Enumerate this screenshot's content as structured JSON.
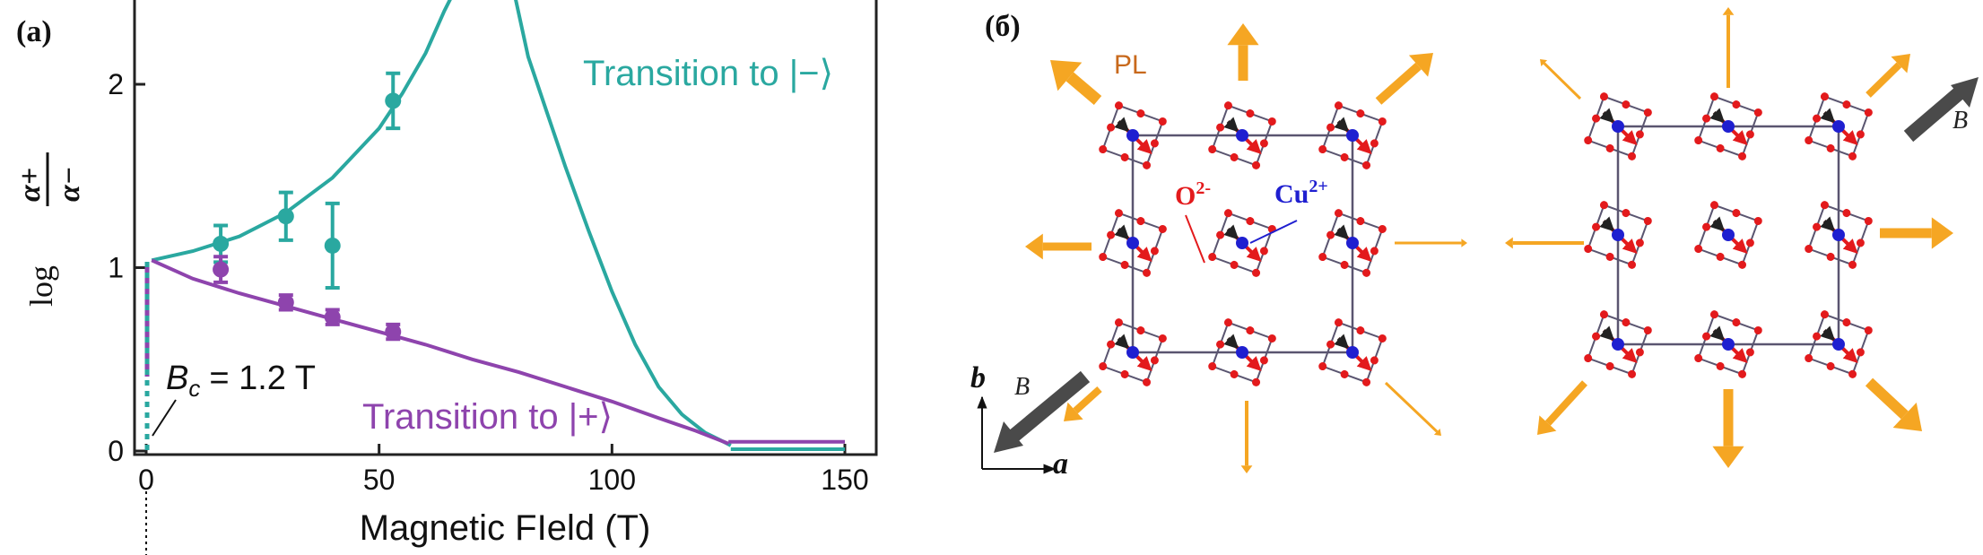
{
  "panel_a": {
    "label": "(a)",
    "xlabel": "Magnetic FIeld (T)",
    "ylabel_log": "log",
    "ylabel_num": "α+",
    "ylabel_den": "α−",
    "annotation_bc_sym": "B",
    "annotation_bc_sub": "c",
    "annotation_bc_val": "= 1.2 T",
    "label_minus": "Transition to |−⟩",
    "label_plus": "Transition to |+⟩"
  },
  "panel_b": {
    "label": "(б)",
    "pl_label": "PL",
    "o_label": "O",
    "o_sup": "2-",
    "cu_label": "Cu",
    "cu_sup": "2+",
    "b_label": "B",
    "axis_a": "a",
    "axis_b": "b",
    "colors": {
      "oxygen": "#e31a1c",
      "copper": "#1f1fd0",
      "arrow": "#f5a623",
      "frame": "#5a5570",
      "field": "#4a4a4a"
    }
  },
  "chart_data": {
    "type": "scatter",
    "xlim": [
      -2,
      155
    ],
    "ylim": [
      -0.05,
      2.5
    ],
    "x_ticks": [
      0,
      50,
      100,
      150
    ],
    "y_ticks": [
      0,
      1,
      2
    ],
    "colors": {
      "minus": "#2aa8a0",
      "plus": "#8e44ad"
    },
    "series": [
      {
        "name": "Transition to |−⟩",
        "key": "minus",
        "points": [
          {
            "x": 16,
            "y": 1.13,
            "err": 0.1
          },
          {
            "x": 30,
            "y": 1.28,
            "err": 0.13
          },
          {
            "x": 40,
            "y": 1.12,
            "err": 0.23
          },
          {
            "x": 53,
            "y": 1.91,
            "err": 0.15
          }
        ]
      },
      {
        "name": "Transition to |+⟩",
        "key": "plus",
        "points": [
          {
            "x": 16,
            "y": 0.99,
            "err": 0.07
          },
          {
            "x": 30,
            "y": 0.81,
            "err": 0.04
          },
          {
            "x": 40,
            "y": 0.73,
            "err": 0.04
          },
          {
            "x": 53,
            "y": 0.65,
            "err": 0.04
          }
        ]
      }
    ],
    "curves": {
      "minus_left": [
        [
          1.2,
          1.04
        ],
        [
          10,
          1.09
        ],
        [
          20,
          1.17
        ],
        [
          30,
          1.3
        ],
        [
          40,
          1.49
        ],
        [
          50,
          1.76
        ],
        [
          55,
          1.95
        ],
        [
          60,
          2.17
        ],
        [
          64,
          2.4
        ],
        [
          66,
          2.5
        ]
      ],
      "minus_right": [
        [
          79,
          2.5
        ],
        [
          82,
          2.15
        ],
        [
          86,
          1.85
        ],
        [
          90,
          1.55
        ],
        [
          95,
          1.2
        ],
        [
          100,
          0.87
        ],
        [
          105,
          0.58
        ],
        [
          110,
          0.35
        ],
        [
          115,
          0.2
        ],
        [
          120,
          0.1
        ],
        [
          124,
          0.05
        ],
        [
          125.5,
          0.03
        ]
      ],
      "minus_flat": [
        [
          125.5,
          0.01
        ],
        [
          150,
          0.01
        ]
      ],
      "plus_main": [
        [
          1.2,
          1.04
        ],
        [
          10,
          0.94
        ],
        [
          20,
          0.86
        ],
        [
          30,
          0.79
        ],
        [
          40,
          0.72
        ],
        [
          50,
          0.65
        ],
        [
          60,
          0.58
        ],
        [
          70,
          0.5
        ],
        [
          80,
          0.43
        ],
        [
          90,
          0.35
        ],
        [
          100,
          0.27
        ],
        [
          110,
          0.18
        ],
        [
          118,
          0.11
        ],
        [
          122,
          0.07
        ],
        [
          125,
          0.04
        ]
      ],
      "plus_flat": [
        [
          125,
          0.05
        ],
        [
          150,
          0.05
        ]
      ]
    }
  }
}
